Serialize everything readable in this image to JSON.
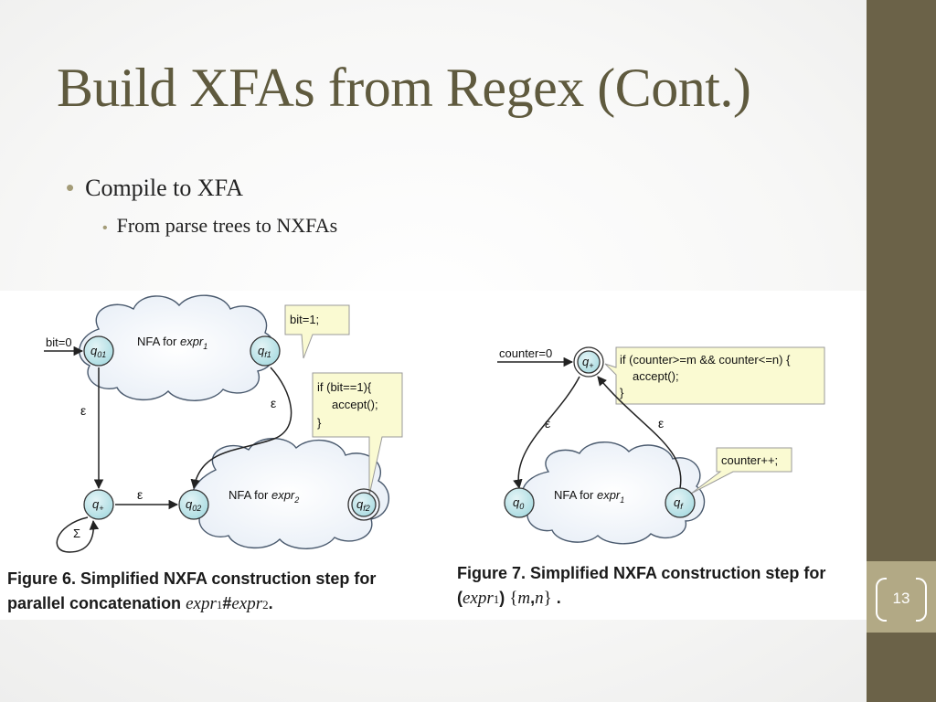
{
  "slide": {
    "title": "Build XFAs from Regex (Cont.)",
    "bullets": [
      {
        "text": "Compile to XFA",
        "sub": [
          "From parse trees to NXFAs"
        ]
      }
    ],
    "page_number": "13",
    "colors": {
      "sidebar": "#6b6248",
      "sidebar_band": "#b2a985",
      "title": "#5f5a3e",
      "bullet": "#a49c78"
    }
  },
  "figure6": {
    "init_label": "bit=0",
    "cloud1_label": "NFA for ",
    "cloud1_expr": "expr",
    "cloud1_sub": "1",
    "cloud2_label": "NFA for ",
    "cloud2_expr": "expr",
    "cloud2_sub": "2",
    "states": {
      "q01": {
        "q": "q",
        "sub": "01"
      },
      "qf1": {
        "q": "q",
        "sub": "f1"
      },
      "qplus": {
        "q": "q",
        "sub": "+"
      },
      "q02": {
        "q": "q",
        "sub": "02"
      },
      "qf2": {
        "q": "q",
        "sub": "f2"
      }
    },
    "epsilon": "ε",
    "sigma": "Σ",
    "note_bit": "bit=1;",
    "note_accept": [
      "if (bit==1){",
      "accept();",
      "}"
    ],
    "caption_bold": "Figure 6. Simplified NXFA construction step for",
    "caption_line2": "parallel concatenation",
    "caption_math": [
      "expr",
      "1",
      "#",
      "expr",
      "2",
      "."
    ]
  },
  "figure7": {
    "init_label": "counter=0",
    "cloud_label": "NFA for ",
    "cloud_expr": "expr",
    "cloud_sub": "1",
    "states": {
      "qplus": {
        "q": "q",
        "sub": "+"
      },
      "q0": {
        "q": "q",
        "sub": "0"
      },
      "qf": {
        "q": "q",
        "sub": "f"
      }
    },
    "epsilon": "ε",
    "note_if": [
      "if (counter>=m && counter<=n) {",
      "accept();",
      "}"
    ],
    "note_counter": "counter++;",
    "caption_bold": "Figure 7. Simplified NXFA construction step for",
    "caption_math": [
      "(",
      "expr",
      "1",
      ")",
      "{",
      "m",
      ",",
      "n",
      "}",
      "."
    ]
  }
}
